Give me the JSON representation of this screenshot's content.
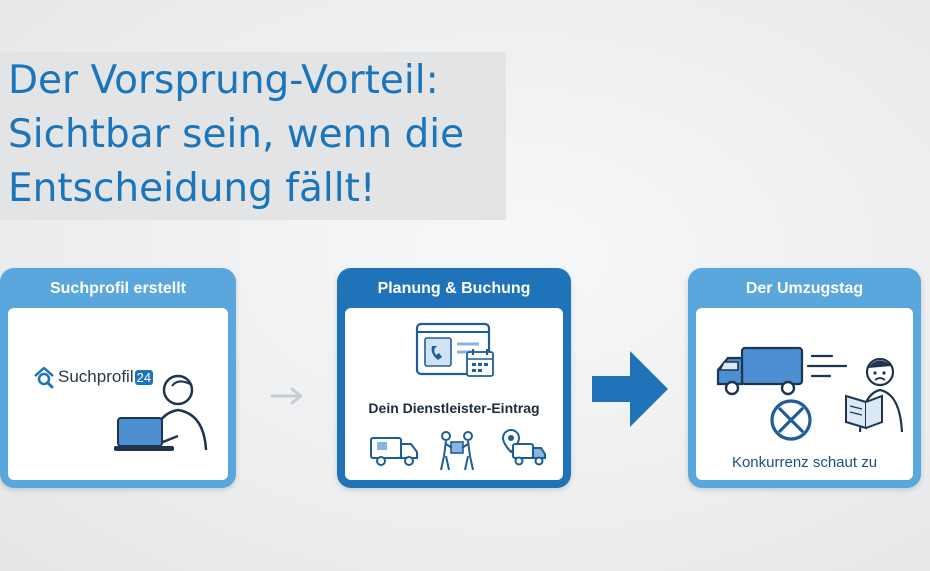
{
  "headline": {
    "line1": "Der Vorsprung-Vorteil:",
    "line2": "Sichtbar sein, wenn die",
    "line3": "Entscheidung fällt!"
  },
  "steps": [
    {
      "title": "Suchprofil erstellt",
      "logo_text": "Suchprofil",
      "logo_number": "24",
      "icons": [
        "search-home-icon",
        "laptop-user-icon"
      ]
    },
    {
      "title": "Planung & Buchung",
      "label": "Dein Dienstleister-Eintrag",
      "icons": [
        "contact-calendar-icon",
        "moving-truck-icon",
        "movers-icon",
        "location-truck-icon"
      ]
    },
    {
      "title": "Der Umzugstag",
      "label": "Konkurrenz schaut zu",
      "icons": [
        "speeding-truck-icon",
        "blocked-icon",
        "worried-person-icon"
      ]
    }
  ],
  "connectors": [
    "light-arrow-icon",
    "bold-arrow-icon"
  ],
  "colors": {
    "headline": "#1b75bb",
    "card_light": "#5aa7dd",
    "card_dark": "#1f73b8",
    "icon_stroke": "#1e5e96",
    "icon_fill": "#4d8fd0"
  }
}
